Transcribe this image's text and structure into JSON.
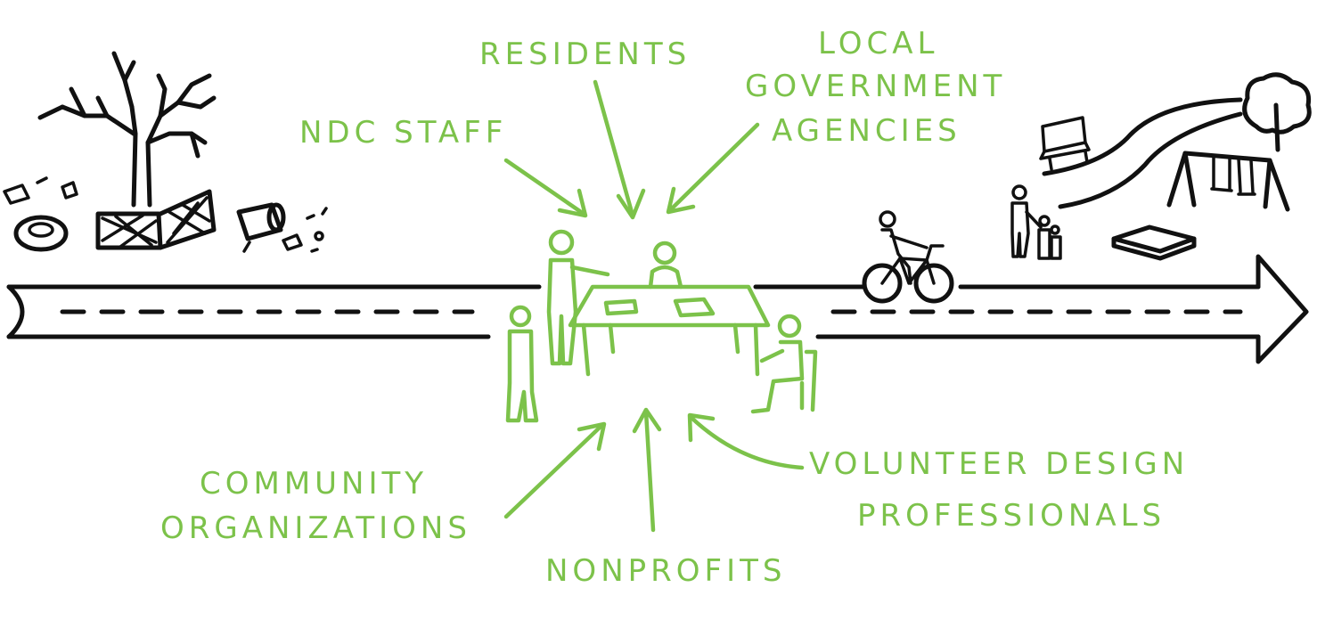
{
  "labels": {
    "residents": "RESIDENTS",
    "local_government_line1": "LOCAL",
    "local_government_line2": "GOVERNMENT",
    "local_government_line3": "AGENCIES",
    "ndc_staff": "NDC STAFF",
    "community_organizations_line1": "COMMUNITY",
    "community_organizations_line2": "ORGANIZATIONS",
    "nonprofits": "NONPROFITS",
    "volunteer_design_line1": "VOLUNTEER DESIGN",
    "volunteer_design_line2": "PROFESSIONALS"
  },
  "colors": {
    "accent_green": "#7cc24a",
    "ink": "#111111",
    "background": "#ffffff"
  },
  "icons": {
    "before": [
      "bare-tree-icon",
      "tire-icon",
      "broken-fence-icon",
      "trash-can-icon",
      "litter-icon"
    ],
    "center": [
      "meeting-table-icon",
      "standing-person-icon",
      "seated-person-icon"
    ],
    "after": [
      "cyclist-icon",
      "family-icon",
      "bench-icon",
      "park-path-icon",
      "tree-icon",
      "swing-set-icon",
      "sandbox-icon"
    ]
  }
}
